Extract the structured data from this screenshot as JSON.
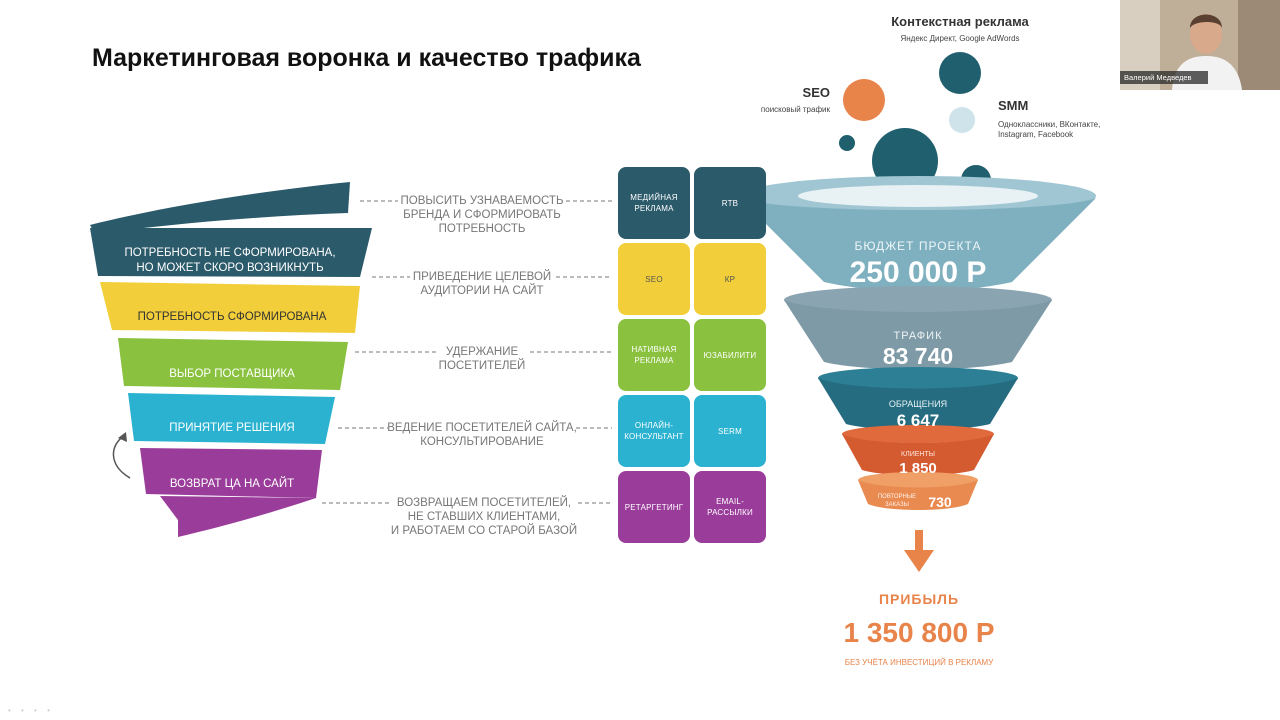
{
  "slide": {
    "title": "Маркетинговая воронка и качество трафика"
  },
  "bubbles": {
    "context": {
      "title": "Контекстная реклама",
      "sub": "Яндекс Директ, Google AdWords"
    },
    "seo": {
      "title": "SEO",
      "sub": "поисковый трафик"
    },
    "smm": {
      "title": "SMM",
      "sub_line1": "Одноклассники, ВКонтакте,",
      "sub_line2": "Instagram, Facebook"
    }
  },
  "left_funnel": {
    "layers": [
      {
        "line1": "ПОТРЕБНОСТЬ НЕ СФОРМИРОВАНА,",
        "line2": "НО МОЖЕТ СКОРО ВОЗНИКНУТЬ",
        "color": "#2b5a6b"
      },
      {
        "line1": "ПОТРЕБНОСТЬ СФОРМИРОВАНА",
        "line2": "",
        "color": "#f2cf3a"
      },
      {
        "line1": "ВЫБОР ПОСТАВЩИКА",
        "line2": "",
        "color": "#8ac13f"
      },
      {
        "line1": "ПРИНЯТИЕ РЕШЕНИЯ",
        "line2": "",
        "color": "#2ab2d0"
      },
      {
        "line1": "ВОЗВРАТ ЦА НА САЙТ",
        "line2": "",
        "color": "#9a3c9a"
      }
    ]
  },
  "goals": [
    {
      "line1": "ПОВЫСИТЬ УЗНАВАЕМОСТЬ",
      "line2": "БРЕНДА И СФОРМИРОВАТЬ",
      "line3": "ПОТРЕБНОСТЬ"
    },
    {
      "line1": "ПРИВЕДЕНИЕ ЦЕЛЕВОЙ",
      "line2": "АУДИТОРИИ НА САЙТ",
      "line3": ""
    },
    {
      "line1": "УДЕРЖАНИЕ",
      "line2": "ПОСЕТИТЕЛЕЙ",
      "line3": ""
    },
    {
      "line1": "ВЕДЕНИЕ ПОСЕТИТЕЛЕЙ САЙТА,",
      "line2": "КОНСУЛЬТИРОВАНИЕ",
      "line3": ""
    },
    {
      "line1": "ВОЗВРАЩАЕМ ПОСЕТИТЕЛЕЙ,",
      "line2": "НЕ СТАВШИХ КЛИЕНТАМИ,",
      "line3": "И РАБОТАЕМ СО СТАРОЙ БАЗОЙ"
    }
  ],
  "tiles": [
    {
      "left": "МЕДИЙНАЯ РЕКЛАМА",
      "right": "RTB",
      "color": "#2b5a6b"
    },
    {
      "left": "SEO",
      "right": "КР",
      "color": "#f2cf3a"
    },
    {
      "left": "НАТИВНАЯ РЕКЛАМА",
      "right": "ЮЗАБИЛИТИ",
      "color": "#8ac13f"
    },
    {
      "left": "ОНЛАЙН-КОНСУЛЬТАНТ",
      "right": "SERM",
      "color": "#2ab2d0"
    },
    {
      "left": "РЕТАРГЕТИНГ",
      "right": "EMAIL-РАССЫЛКИ",
      "color": "#9a3c9a"
    }
  ],
  "right_funnel": {
    "budget": {
      "label": "БЮДЖЕТ ПРОЕКТА",
      "value": "250 000 Р"
    },
    "traffic": {
      "label": "ТРАФИК",
      "value": "83 740"
    },
    "requests": {
      "label": "ОБРАЩЕНИЯ",
      "value": "6 647"
    },
    "clients": {
      "label": "КЛИЕНТЫ",
      "value": "1 850"
    },
    "repeat": {
      "label_line1": "ПОВТОРНЫЕ",
      "label_line2": "ЗАКАЗЫ",
      "value": "730"
    }
  },
  "profit": {
    "label": "ПРИБЫЛЬ",
    "value": "1 350 800 Р",
    "note": "БЕЗ УЧЁТА ИНВЕСТИЦИЙ В РЕКЛАМУ"
  },
  "webcam": {
    "name": "Валерий Медведев"
  },
  "colors": {
    "navy": "#2b5a6b",
    "yellow": "#f2cf3a",
    "green": "#8ac13f",
    "cyan": "#2ab2d0",
    "purple": "#9a3c9a",
    "orange": "#e8834a",
    "teal": "#1f5f6e",
    "light_blue": "#cfe3ea"
  }
}
